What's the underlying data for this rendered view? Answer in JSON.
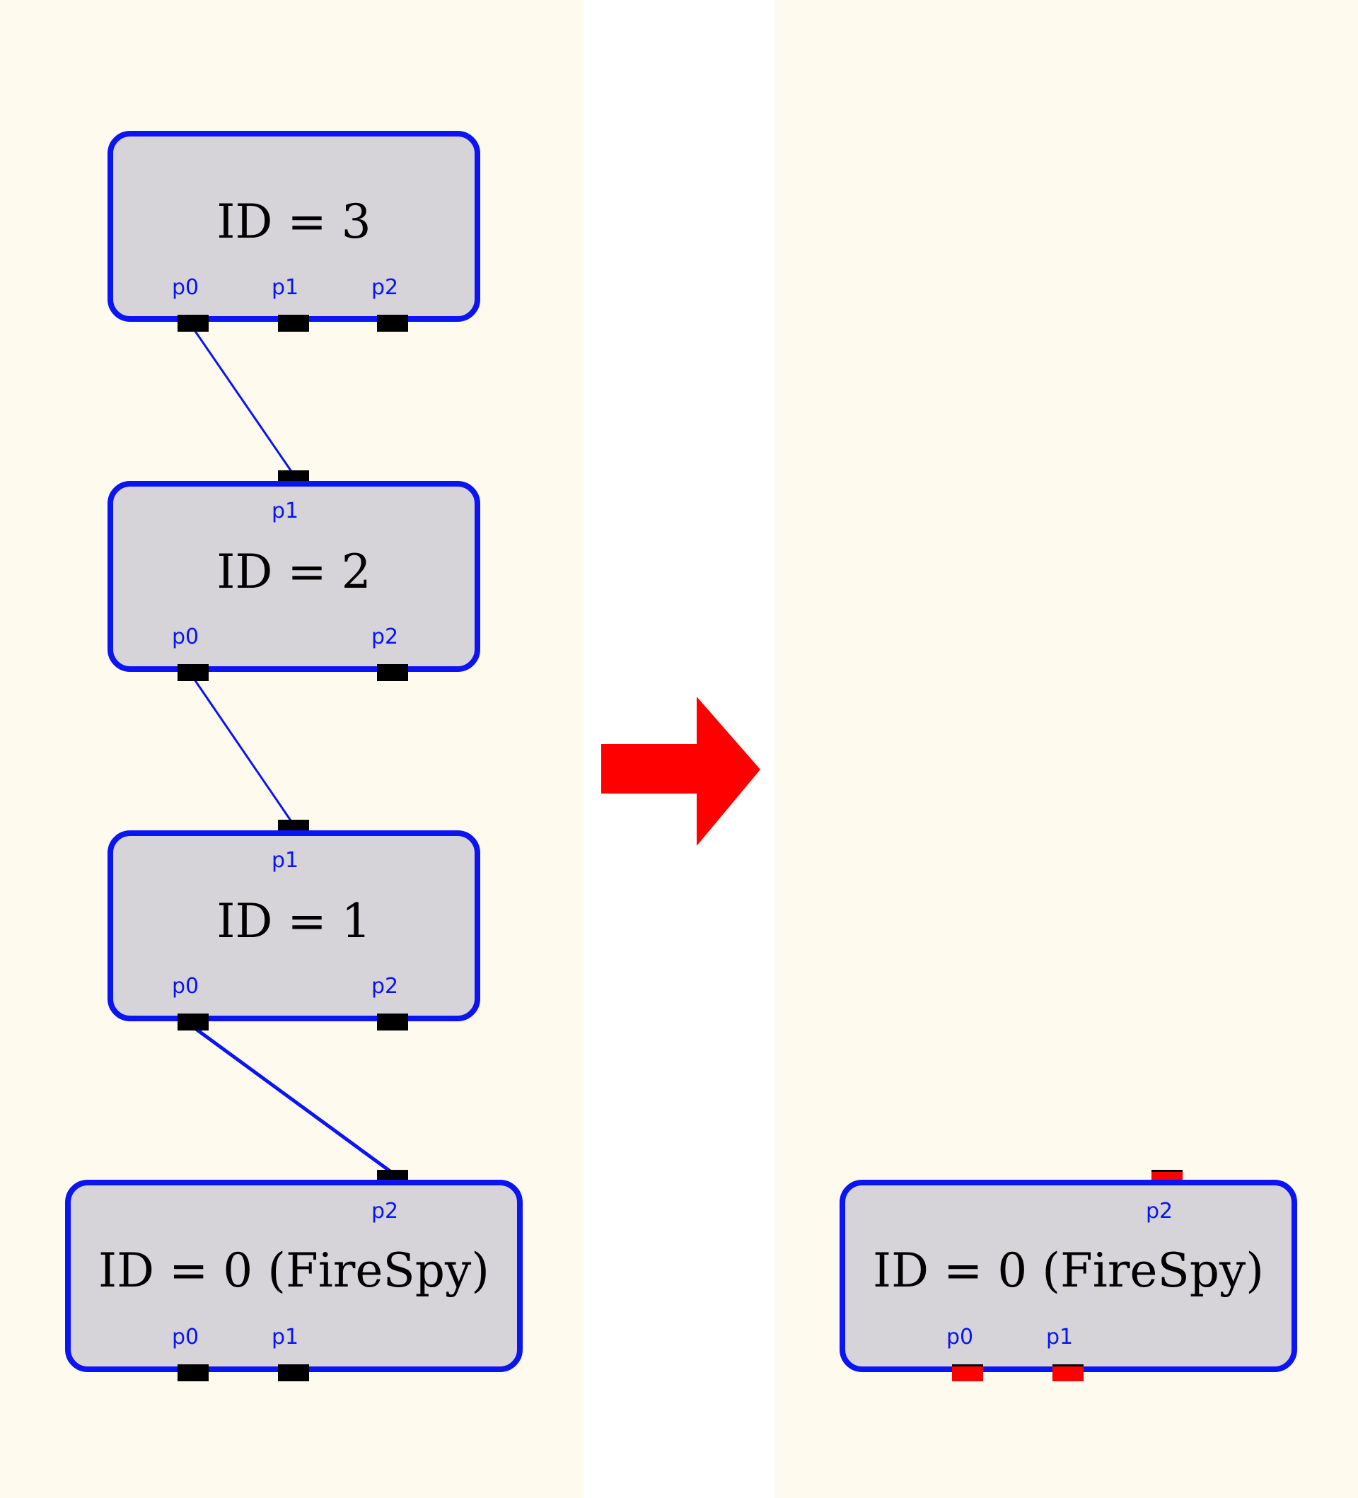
{
  "colors": {
    "panel_bg": "#fffaee",
    "node_fill": "#d6d4d9",
    "node_border": "#0a14f5",
    "port": "#000000",
    "port_active": "#ff0000",
    "edge": "#0a14f5",
    "arrow": "#ff0000"
  },
  "left": {
    "nodes": [
      {
        "title": "ID = 3",
        "bottom_ports": [
          "p0",
          "p1",
          "p2"
        ]
      },
      {
        "title": "ID = 2",
        "top_ports": [
          "p1"
        ],
        "bottom_ports": [
          "p0",
          "p2"
        ]
      },
      {
        "title": "ID = 1",
        "top_ports": [
          "p1"
        ],
        "bottom_ports": [
          "p0",
          "p2"
        ]
      },
      {
        "title": "ID = 0 (FireSpy)",
        "top_ports": [
          "p2"
        ],
        "bottom_ports": [
          "p0",
          "p1"
        ]
      }
    ],
    "edges": [
      {
        "from": "ID = 3 p0",
        "to": "ID = 2 p1"
      },
      {
        "from": "ID = 2 p0",
        "to": "ID = 1 p1"
      },
      {
        "from": "ID = 1 p0",
        "to": "ID = 0 (FireSpy) p2"
      }
    ]
  },
  "right": {
    "nodes": [
      {
        "title": "ID = 0 (FireSpy)",
        "top_ports": [
          "p2"
        ],
        "bottom_ports": [
          "p0",
          "p1"
        ]
      }
    ]
  },
  "arrow_icon": "right-arrow-icon"
}
